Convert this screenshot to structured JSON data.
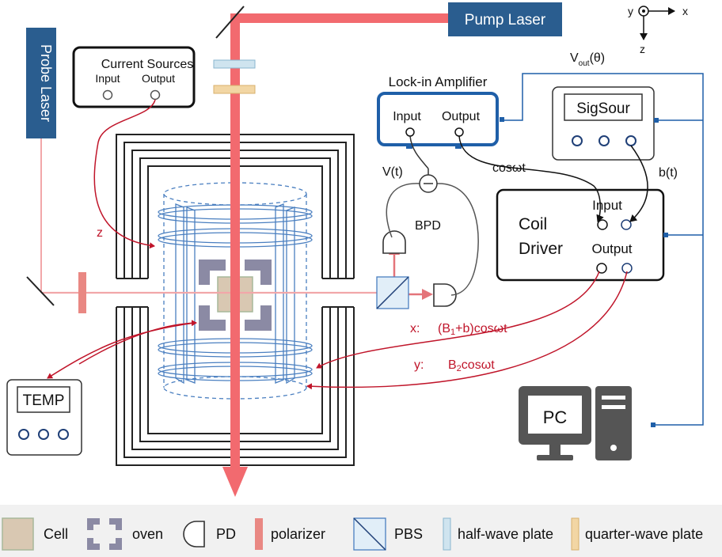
{
  "lasers": {
    "pump": "Pump Laser",
    "probe": "Probe Laser"
  },
  "axes": {
    "x": "x",
    "y": "y",
    "z": "z"
  },
  "current_sources": {
    "title": "Current Sources",
    "input": "Input",
    "output": "Output"
  },
  "lockin": {
    "title": "Lock-in Amplifier",
    "input": "Input",
    "output": "Output"
  },
  "sigsour": {
    "title": "SigSour"
  },
  "coil_driver": {
    "title_line1": "Coil",
    "title_line2": "Driver",
    "input": "Input",
    "output": "Output"
  },
  "temp": {
    "title": "TEMP"
  },
  "pc": {
    "title": "PC"
  },
  "signals": {
    "vout_prefix": "V",
    "vout_sub": "out",
    "vout_suffix": "(θ)",
    "vt": "V(t)",
    "bpd": "BPD",
    "cos": "cosωt",
    "bt": "b(t)",
    "z": "z",
    "x_label": "x:",
    "x_pre": "(B",
    "x_sub": "1",
    "x_post": "+b)cosωt",
    "y_label": "y:",
    "y_pre": "B",
    "y_sub": "2",
    "y_post": "cosωt"
  },
  "legend": [
    {
      "label": "Cell",
      "symbol": "cell",
      "color": "#d9c8b2"
    },
    {
      "label": "oven",
      "symbol": "oven",
      "color": "#8b8aa4"
    },
    {
      "label": "PD",
      "symbol": "pd",
      "color": "#333333"
    },
    {
      "label": "polarizer",
      "symbol": "polarizer",
      "color": "#e98883"
    },
    {
      "label": "PBS",
      "symbol": "pbs",
      "color": "#1f4f8a"
    },
    {
      "label": "half-wave plate",
      "symbol": "hwp",
      "color": "#cfe4ef"
    },
    {
      "label": "quarter-wave plate",
      "symbol": "qwp",
      "color": "#f2d6a4"
    }
  ],
  "colors": {
    "laser_beam": "#f26a6f",
    "signal_red": "#c0152a",
    "device_blue": "#1f5fa8",
    "laser_box": "#2a5d8f",
    "coil_blue": "#4a7fc0"
  }
}
